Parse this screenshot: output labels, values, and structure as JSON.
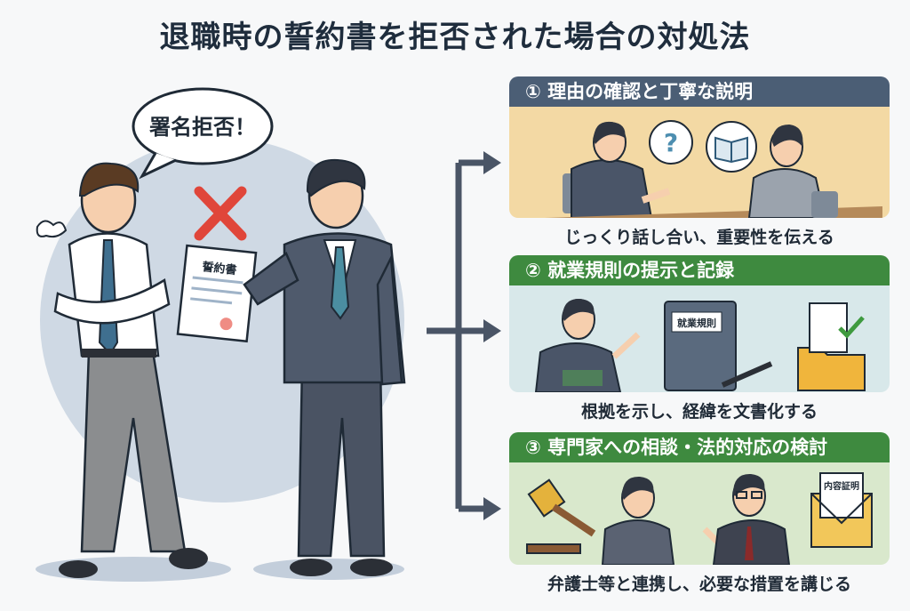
{
  "title": "退職時の誓約書を拒否された場合の対処法",
  "scene": {
    "speech_bubble": "署名拒否！",
    "document_label": "誓約書"
  },
  "steps": [
    {
      "header": "① 理由の確認と丁寧な説明",
      "caption": "じっくり話し合い、重要性を伝える",
      "header_color": "#4b5e75",
      "body_color": "#f3d9a4"
    },
    {
      "header": "② 就業規則の提示と記録",
      "caption": "根拠を示し、経緯を文書化する",
      "book_label": "就業規則",
      "header_color": "#3e8a3f",
      "body_color": "#d8e8ea"
    },
    {
      "header": "③ 専門家への相談・法的対応の検討",
      "caption": "弁護士等と連携し、必要な措置を講じる",
      "envelope_label": "内容証明",
      "header_color": "#3e8a3f",
      "body_color": "#d9e8cc"
    }
  ]
}
